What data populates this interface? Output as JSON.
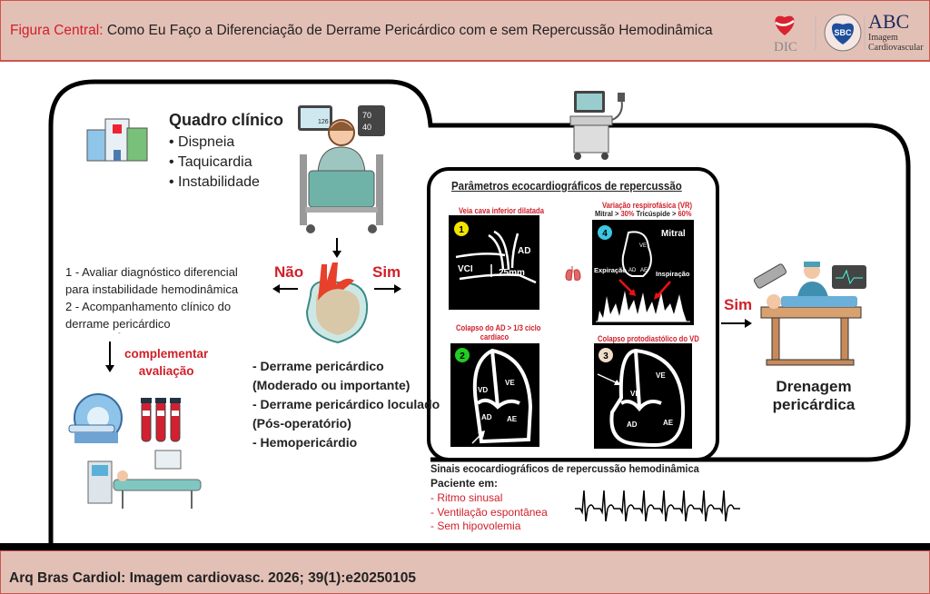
{
  "header": {
    "title_prefix": "Figura Central:",
    "title": "Como Eu Faço a Diferenciação de Derrame Pericárdico com e sem Repercussão Hemodinâmica",
    "logos": {
      "dic": "DIC",
      "sbc": "SBC",
      "sbc_ring": "SOCIEDADE BRASILEIRA DE CARDIOLOGIA",
      "abc": "ABC",
      "abc_line1": "Imagem",
      "abc_line2": "Cardiovascular"
    }
  },
  "clinical": {
    "title": "Quadro clínico",
    "items": [
      "• Dispneia",
      "• Taquicardia",
      "• Instabilidade"
    ],
    "monitor_left": "126",
    "monitor_right_top": "70",
    "monitor_right_bottom": "40"
  },
  "branch": {
    "no": "Não",
    "yes": "Sim"
  },
  "left_actions": {
    "line1": "1 - Avaliar diagnóstico diferencial",
    "line2": "para instabilidade hemodinâmica",
    "line3": "2 - Acompanhamento clínico do",
    "line4": "derrame pericárdico",
    "dash": "-",
    "complement1": "complementar",
    "complement2": "avaliação"
  },
  "conditions": [
    "- Derrame pericárdico",
    "(Moderado ou importante)",
    "- Derrame pericárdico loculado",
    "(Pós-operatório)",
    "- Hemopericárdio"
  ],
  "echo": {
    "title": "Parâmetros ecocardiográficos de repercussão",
    "panels": {
      "p1": {
        "title": "Veia cava inferior dilatada",
        "num": "1",
        "ad": "AD",
        "vci": "VCI",
        "measure": "25mm",
        "color": "#f2e500"
      },
      "p4": {
        "title": "Variação respirofásica (VR)",
        "sub_mitral": "Mitral >",
        "sub_mitral_val": "30%",
        "sub_tric": "Tricúspide >",
        "sub_tric_val": "60%",
        "num": "4",
        "label": "Mitral",
        "ve": "VE",
        "ad": "AD",
        "ae": "AE",
        "exp": "Expiração",
        "insp": "Inspiração",
        "color": "#3cc8e0"
      },
      "p2": {
        "title1": "Colapso do AD > 1/3 ciclo",
        "title2": "cardíaco",
        "num": "2",
        "vd": "VD",
        "ve": "VE",
        "ad": "AD",
        "ae": "AE",
        "color": "#22cc22"
      },
      "p3": {
        "title": "Colapso protodiastólico do VD",
        "num": "3",
        "vd": "VD",
        "ve": "VE",
        "ad": "AD",
        "ae": "AE",
        "color": "#f0dcc8"
      }
    }
  },
  "signs": {
    "title": "Sinais ecocardiográficos de repercussão hemodinâmica",
    "subtitle": "Paciente em:",
    "items": [
      "- Ritmo sinusal",
      "- Ventilação espontânea",
      "- Sem hipovolemia"
    ]
  },
  "outcome": {
    "yes": "Sim",
    "line1": "Drenagem",
    "line2": "pericárdica"
  },
  "footer": {
    "citation": "Arq Bras Cardiol: Imagem cardiovasc. 2026; 39(1):e20250105"
  }
}
